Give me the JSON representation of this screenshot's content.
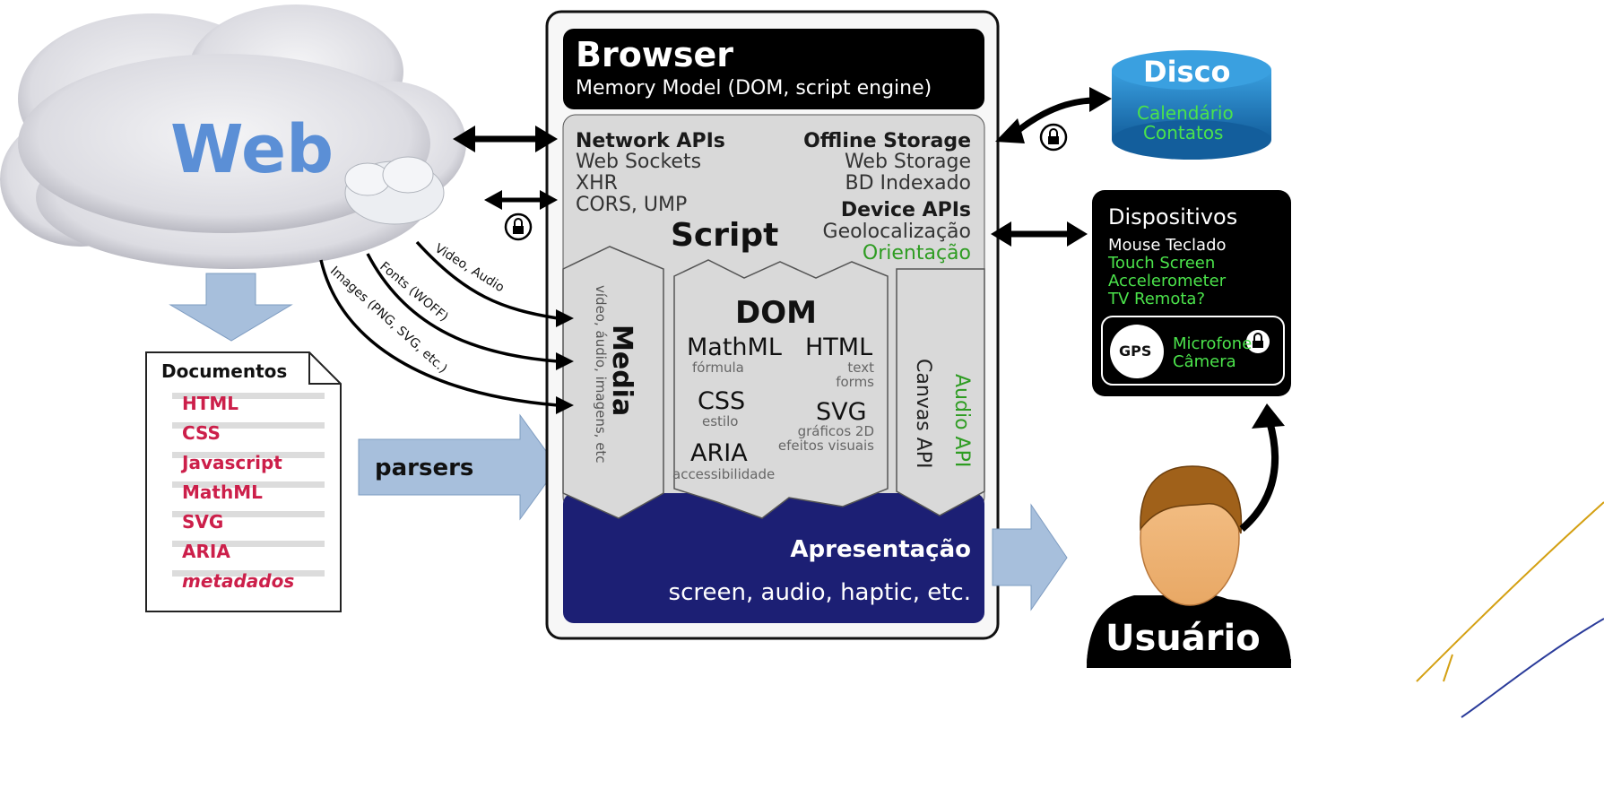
{
  "web": {
    "label": "Web"
  },
  "documents": {
    "title": "Documentos",
    "items": [
      "HTML",
      "CSS",
      "Javascript",
      "MathML",
      "SVG",
      "ARIA",
      "metadados"
    ]
  },
  "parsers": {
    "label": "parsers"
  },
  "browser": {
    "title": "Browser",
    "subtitle": "Memory Model (DOM, script engine)",
    "network": {
      "title": "Network APIs",
      "items": [
        "Web Sockets",
        "XHR",
        "CORS, UMP"
      ]
    },
    "offline": {
      "title": "Offline Storage",
      "items": [
        "Web Storage",
        "BD Indexado"
      ]
    },
    "device": {
      "title": "Device APIs",
      "items": [
        "Geolocalização",
        "Orientação"
      ]
    },
    "script_label": "Script",
    "media": {
      "title": "Media",
      "subtitle": "vídeo, áudio, imagens, etc"
    },
    "dom": {
      "title": "DOM",
      "mathml": "MathML",
      "mathml_sub": "fórmula",
      "html": "HTML",
      "html_sub1": "text",
      "html_sub2": "forms",
      "css": "CSS",
      "css_sub": "estilo",
      "svg": "SVG",
      "svg_sub1": "gráficos 2D",
      "svg_sub2": "efeitos visuais",
      "aria": "ARIA",
      "aria_sub": "accessibilidade"
    },
    "canvas_api": "Canvas API",
    "audio_api": "Audio API",
    "presentation": {
      "title": "Apresentação",
      "subtitle": "screen, audio, haptic, etc."
    }
  },
  "curve_labels": [
    "Video, Audio",
    "Fonts (WOFF)",
    "Images (PNG, SVG, etc.)"
  ],
  "disco": {
    "title": "Disco",
    "items": [
      "Calendário",
      "Contatos"
    ]
  },
  "dispositivos": {
    "title": "Dispositivos",
    "items": [
      "Mouse  Teclado",
      "Touch Screen",
      "Accelerometer",
      "TV Remota?"
    ],
    "gps": "GPS",
    "inner_items": [
      "Microfone",
      "Câmera"
    ]
  },
  "usuario": {
    "label": "Usuário"
  },
  "colors": {
    "presentation_bg": "#1c1f74",
    "panel_gray": "#d9d9d9",
    "arrow_blue": "#a7bfdc",
    "disco_blue": "#1f7fc4",
    "green_text": "#2e9c22"
  }
}
